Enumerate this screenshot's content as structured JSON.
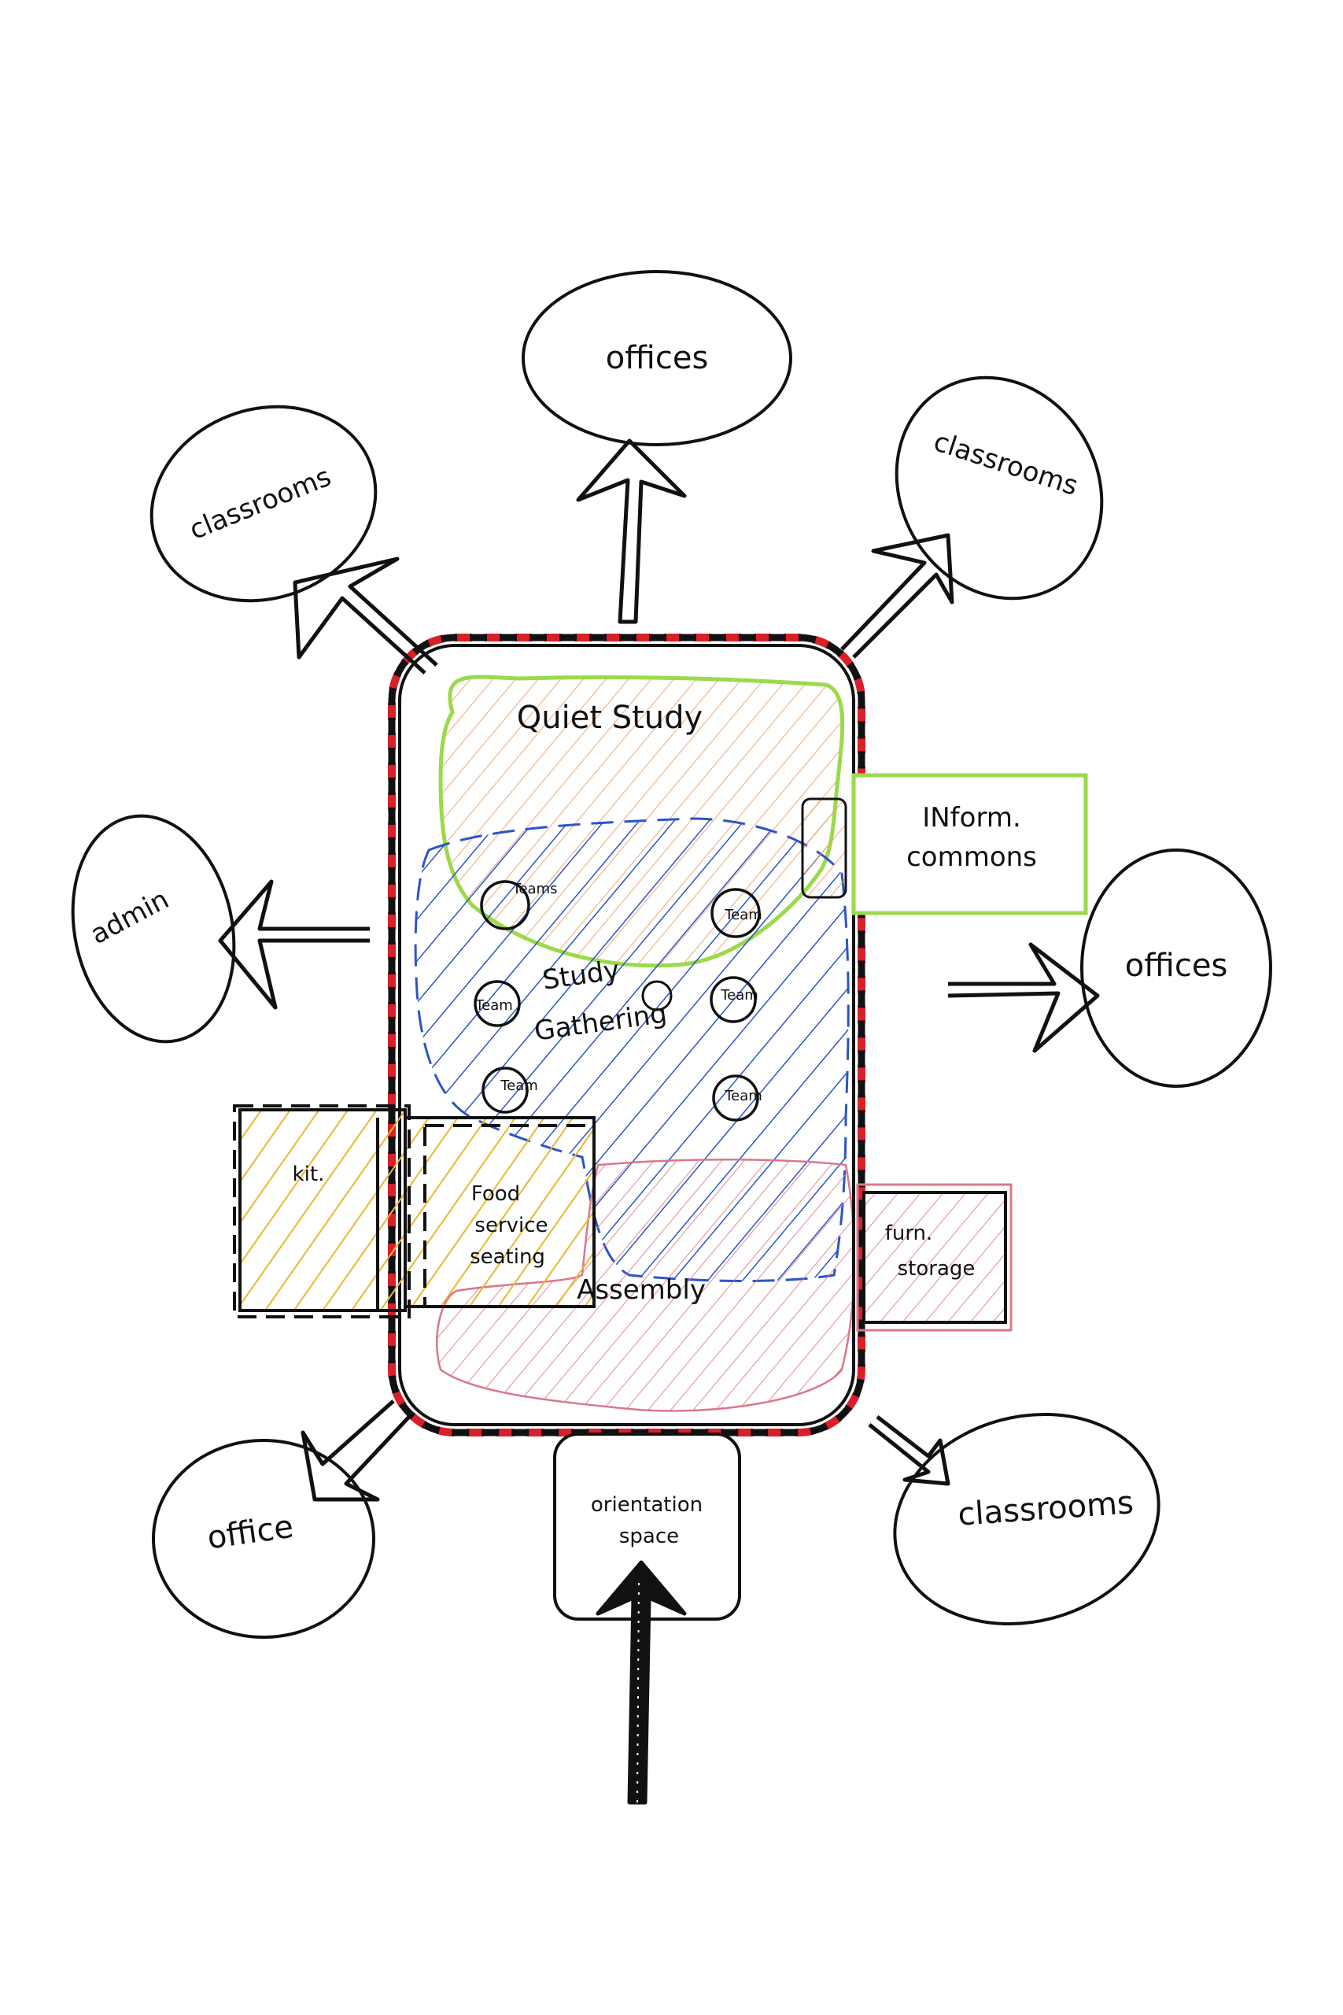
{
  "bubbles": {
    "offices_top": "offices",
    "classrooms_top_left": "classrooms",
    "classrooms_top_right": "classrooms",
    "admin": "admin",
    "offices_right": "offices",
    "office_bottom_left": "office",
    "classrooms_bottom_right": "classrooms"
  },
  "zones": {
    "quiet_study": "Quiet Study",
    "inform_commons_line1": "INform.",
    "inform_commons_line2": "commons",
    "study_gathering_line1": "Study",
    "study_gathering_line2": "Gathering",
    "kit": "kit.",
    "food_service_line1": "Food",
    "food_service_line2": "service",
    "food_service_line3": "seating",
    "assembly": "Assembly",
    "furn_storage_line1": "furn.",
    "furn_storage_line2": "storage",
    "orientation_line1": "orientation",
    "orientation_line2": "space"
  },
  "team_label": "Team",
  "teams_label": "Teams",
  "colors": {
    "ink": "#111111",
    "red_dash": "#d8202a",
    "blue_hatch": "#2b54c8",
    "green_outline": "#9bd94a",
    "orange_hatch": "#e9a06a",
    "yellow_hatch": "#e9b830",
    "pink_hatch": "#d9788a"
  }
}
